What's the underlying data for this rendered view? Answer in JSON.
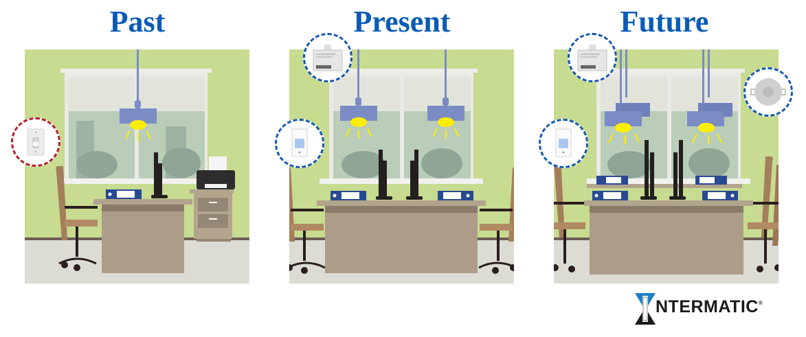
{
  "panels": [
    {
      "id": "past",
      "title": "Past",
      "lights": 1,
      "callouts": [
        {
          "device": "toggle-light-switch",
          "border_color": "#b3202a"
        }
      ],
      "furniture": [
        "desk",
        "monitor",
        "binder",
        "office-chair",
        "printer",
        "filing-cabinet"
      ]
    },
    {
      "id": "present",
      "title": "Present",
      "lights": 2,
      "callouts": [
        {
          "device": "lighting-controller-module",
          "border_color": "#1558b0"
        },
        {
          "device": "digital-wall-switch",
          "border_color": "#1558b0"
        }
      ],
      "furniture": [
        "double-desk",
        "monitors",
        "binders",
        "office-chairs"
      ]
    },
    {
      "id": "future",
      "title": "Future",
      "lights": 4,
      "callouts": [
        {
          "device": "lighting-controller-module",
          "border_color": "#1558b0"
        },
        {
          "device": "digital-wall-switch",
          "border_color": "#1558b0"
        },
        {
          "device": "ceiling-occupancy-sensor",
          "border_color": "#1558b0"
        }
      ],
      "furniture": [
        "quad-desk",
        "monitors",
        "binders",
        "office-chairs"
      ]
    }
  ],
  "brand": {
    "logo_text": "NTERMATIC",
    "logo_initial": "I",
    "registered_mark": "®",
    "colors": {
      "blue": "#1e7fc4",
      "dark": "#1a1a1a"
    }
  },
  "colors": {
    "title": "#0a5bb5",
    "wall": "#c7db91",
    "floor": "#dcdcd4",
    "desk": "#ad9d88",
    "lamp": "#7b8cc4",
    "bulb": "#ffee00"
  }
}
